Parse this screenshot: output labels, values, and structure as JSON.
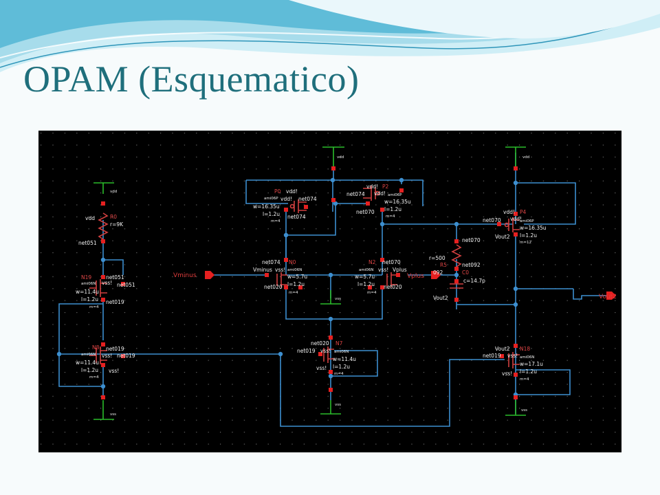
{
  "slide": {
    "title": "OPAM (Esquematico)",
    "colors": {
      "background": "#f7fbfc",
      "title": "#1f6f7c",
      "wave_dark": "#3aa6c9",
      "wave_light": "#a7dceb"
    }
  },
  "schematic": {
    "colors": {
      "canvas": "#000000",
      "wire": "#3d8fd0",
      "pin": "#e52020",
      "device": "#d24040",
      "rail": "#2bbd2b"
    },
    "supply_labels": {
      "vdd": "vdd",
      "vdd_global": "vdd!",
      "vss": "vss",
      "vss_global": "vss!"
    },
    "pins": {
      "vminus": "Vminus",
      "vplus": "Vplus",
      "vout2": "Vout2"
    },
    "nets": {
      "net051": "net051",
      "net019": "net019",
      "net020": "net020",
      "net074": "net074",
      "net070": "net070",
      "net092": "net092",
      "net092_partial": "092",
      "vminus": "Vminus",
      "vplus": "Vplus",
      "vout2": "Vout2"
    },
    "devices": {
      "r0": {
        "name": "R0",
        "value": "r=9K"
      },
      "r5": {
        "name": "R5",
        "value": "r=500"
      },
      "c0": {
        "name": "C0",
        "value": "c=14.7p"
      },
      "n19": {
        "name": "N19",
        "model": "ami06N",
        "w": "w=11.4u",
        "l": "l=1.2u",
        "m": "m=4"
      },
      "n8": {
        "name": "N8",
        "model": "ami06N",
        "w": "w=11.4u",
        "l": "l=1.2u",
        "m": "m=4"
      },
      "p0": {
        "name": "P0",
        "model": "ami06P",
        "w": "w=16.35u",
        "l": "l=1.2u",
        "m": "m=4"
      },
      "p2": {
        "name": "P2",
        "model": "ami06P",
        "w": "w=16.35u",
        "l": "l=1.2u",
        "m": "m=4"
      },
      "n0": {
        "name": "N0",
        "model": "ami06N",
        "w": "w=5.7u",
        "l": "l=1.2u",
        "m": "m=4"
      },
      "n2": {
        "name": "N2",
        "model": "ami06N",
        "w": "w=5.7u",
        "l": "l=1.2u",
        "m": "m=4"
      },
      "n7": {
        "name": "N7",
        "model": "ami06N",
        "w": "w=11.4u",
        "l": "l=1.2u",
        "m": "m=4"
      },
      "p4": {
        "name": "P4",
        "model": "ami06P",
        "w": "w=16.35u",
        "l": "l=1.2u",
        "m": "m=12"
      },
      "n18": {
        "name": "N18",
        "model": "ami06N",
        "w": "w=17.1u",
        "l": "l=1.2u",
        "m": "m=4"
      }
    }
  }
}
